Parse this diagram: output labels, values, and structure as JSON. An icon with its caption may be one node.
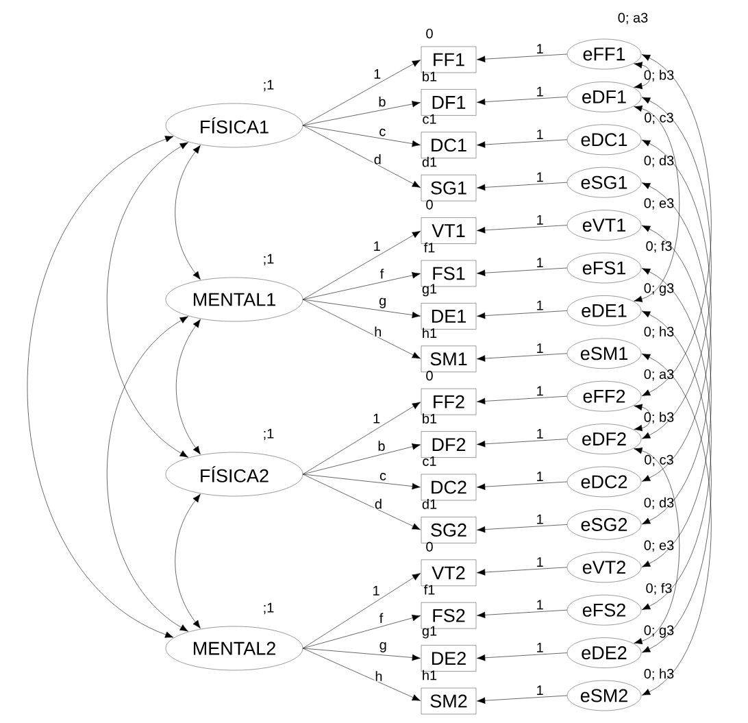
{
  "diagram": {
    "nodes": [
      {
        "text": [
          "FÍSICA1"
        ],
        "beside": [
          ";1"
        ]
      },
      {
        "text": [
          "MENTAL1"
        ],
        "beside": [
          ";1"
        ]
      },
      {
        "text": [
          "FÍSICA2"
        ],
        "beside": [
          ";1"
        ]
      },
      {
        "text": [
          "MENTAL2"
        ],
        "beside": [
          ";1"
        ]
      },
      {
        "text": [
          "FF1"
        ],
        "beside": [
          "0"
        ]
      },
      {
        "text": [
          "DF1"
        ],
        "beside": [
          "b1"
        ]
      },
      {
        "text": [
          "DC1"
        ],
        "beside": [
          "c1"
        ]
      },
      {
        "text": [
          "SG1"
        ],
        "beside": [
          "d1"
        ]
      },
      {
        "text": [
          "VT1"
        ],
        "beside": [
          "0"
        ]
      },
      {
        "text": [
          "FS1"
        ],
        "beside": [
          "f1"
        ]
      },
      {
        "text": [
          "DE1"
        ],
        "beside": [
          "g1"
        ]
      },
      {
        "text": [
          "SM1"
        ],
        "beside": [
          "h1"
        ]
      },
      {
        "text": [
          "FF2"
        ],
        "beside": [
          "0"
        ]
      },
      {
        "text": [
          "DF2"
        ],
        "beside": [
          "b1"
        ]
      },
      {
        "text": [
          "DC2"
        ],
        "beside": [
          "c1"
        ]
      },
      {
        "text": [
          "SG2"
        ],
        "beside": [
          "d1"
        ]
      },
      {
        "text": [
          "VT2"
        ],
        "beside": [
          "0"
        ]
      },
      {
        "text": [
          "FS2"
        ],
        "beside": [
          "f1"
        ]
      },
      {
        "text": [
          "DE2"
        ],
        "beside": [
          "g1"
        ]
      },
      {
        "text": [
          "SM2"
        ],
        "beside": [
          "h1"
        ]
      },
      {
        "text": [
          "eFF1"
        ],
        "beside": [
          "0; a3"
        ]
      },
      {
        "text": [
          "eDF1"
        ],
        "beside": [
          "0; b3"
        ]
      },
      {
        "text": [
          "eDC1"
        ],
        "beside": [
          "0; c3"
        ]
      },
      {
        "text": [
          "eSG1"
        ],
        "beside": [
          "0; d3"
        ]
      },
      {
        "text": [
          "eVT1"
        ],
        "beside": [
          "0; e3"
        ]
      },
      {
        "text": [
          "eFS1"
        ],
        "beside": [
          "0; f3"
        ]
      },
      {
        "text": [
          "eDE1"
        ],
        "beside": [
          "0; g3"
        ]
      },
      {
        "text": [
          "eSM1"
        ],
        "beside": [
          "0; h3"
        ]
      },
      {
        "text": [
          "eFF2"
        ],
        "beside": [
          "0; a3"
        ]
      },
      {
        "text": [
          "eDF2"
        ],
        "beside": [
          "0; b3"
        ]
      },
      {
        "text": [
          "eDC2"
        ],
        "beside": [
          "0; c3"
        ]
      },
      {
        "text": [
          "eSG2"
        ],
        "beside": [
          "0; d3"
        ]
      },
      {
        "text": [
          "eVT2"
        ],
        "beside": [
          "0; e3"
        ]
      },
      {
        "text": [
          "eFS2"
        ],
        "beside": [
          "0; f3"
        ]
      },
      {
        "text": [
          "eDE2"
        ],
        "beside": [
          "0; g3"
        ]
      },
      {
        "text": [
          "eSM2"
        ],
        "beside": [
          "0; h3"
        ]
      }
    ],
    "edges": [
      {
        "from": 0,
        "to": 4,
        "arrow": "to",
        "label": "1"
      },
      {
        "from": 0,
        "to": 5,
        "arrow": "to",
        "label": "b"
      },
      {
        "from": 0,
        "to": 6,
        "arrow": "to",
        "label": "c"
      },
      {
        "from": 0,
        "to": 7,
        "arrow": "to",
        "label": "d"
      },
      {
        "from": 1,
        "to": 8,
        "arrow": "to",
        "label": "1"
      },
      {
        "from": 1,
        "to": 9,
        "arrow": "to",
        "label": "f"
      },
      {
        "from": 1,
        "to": 10,
        "arrow": "to",
        "label": "g"
      },
      {
        "from": 1,
        "to": 11,
        "arrow": "to",
        "label": "h"
      },
      {
        "from": 2,
        "to": 12,
        "arrow": "to",
        "label": "1"
      },
      {
        "from": 2,
        "to": 13,
        "arrow": "to",
        "label": "b"
      },
      {
        "from": 2,
        "to": 14,
        "arrow": "to",
        "label": "c"
      },
      {
        "from": 2,
        "to": 15,
        "arrow": "to",
        "label": "d"
      },
      {
        "from": 3,
        "to": 16,
        "arrow": "to",
        "label": "1"
      },
      {
        "from": 3,
        "to": 17,
        "arrow": "to",
        "label": "f"
      },
      {
        "from": 3,
        "to": 18,
        "arrow": "to",
        "label": "g"
      },
      {
        "from": 3,
        "to": 19,
        "arrow": "to",
        "label": "h"
      },
      {
        "from": 20,
        "to": 4,
        "arrow": "to",
        "label": "1"
      },
      {
        "from": 21,
        "to": 5,
        "arrow": "to",
        "label": "1"
      },
      {
        "from": 22,
        "to": 6,
        "arrow": "to",
        "label": "1"
      },
      {
        "from": 23,
        "to": 7,
        "arrow": "to",
        "label": "1"
      },
      {
        "from": 24,
        "to": 8,
        "arrow": "to",
        "label": "1"
      },
      {
        "from": 25,
        "to": 9,
        "arrow": "to",
        "label": "1"
      },
      {
        "from": 26,
        "to": 10,
        "arrow": "to",
        "label": "1"
      },
      {
        "from": 27,
        "to": 11,
        "arrow": "to",
        "label": "1"
      },
      {
        "from": 28,
        "to": 12,
        "arrow": "to",
        "label": "1"
      },
      {
        "from": 29,
        "to": 13,
        "arrow": "to",
        "label": "1"
      },
      {
        "from": 30,
        "to": 14,
        "arrow": "to",
        "label": "1"
      },
      {
        "from": 31,
        "to": 15,
        "arrow": "to",
        "label": "1"
      },
      {
        "from": 32,
        "to": 16,
        "arrow": "to",
        "label": "1"
      },
      {
        "from": 33,
        "to": 17,
        "arrow": "to",
        "label": "1"
      },
      {
        "from": 34,
        "to": 18,
        "arrow": "to",
        "label": "1"
      },
      {
        "from": 35,
        "to": 19,
        "arrow": "to",
        "label": "1"
      },
      {
        "from": 0,
        "to": 1,
        "arrow": "both"
      },
      {
        "from": 0,
        "to": 2,
        "arrow": "both"
      },
      {
        "from": 0,
        "to": 3,
        "arrow": "both"
      },
      {
        "from": 1,
        "to": 2,
        "arrow": "both"
      },
      {
        "from": 1,
        "to": 3,
        "arrow": "both"
      },
      {
        "from": 2,
        "to": 3,
        "arrow": "both"
      },
      {
        "from": 20,
        "to": 21,
        "arrow": "both"
      },
      {
        "from": 21,
        "to": 26,
        "arrow": "both"
      },
      {
        "from": 28,
        "to": 29,
        "arrow": "both"
      },
      {
        "from": 29,
        "to": 34,
        "arrow": "both"
      },
      {
        "from": 20,
        "to": 28,
        "arrow": "both"
      },
      {
        "from": 21,
        "to": 29,
        "arrow": "both"
      },
      {
        "from": 22,
        "to": 30,
        "arrow": "both"
      },
      {
        "from": 23,
        "to": 31,
        "arrow": "both"
      },
      {
        "from": 24,
        "to": 32,
        "arrow": "both"
      },
      {
        "from": 25,
        "to": 33,
        "arrow": "both"
      },
      {
        "from": 26,
        "to": 34,
        "arrow": "both"
      },
      {
        "from": 27,
        "to": 35,
        "arrow": "both"
      }
    ]
  }
}
